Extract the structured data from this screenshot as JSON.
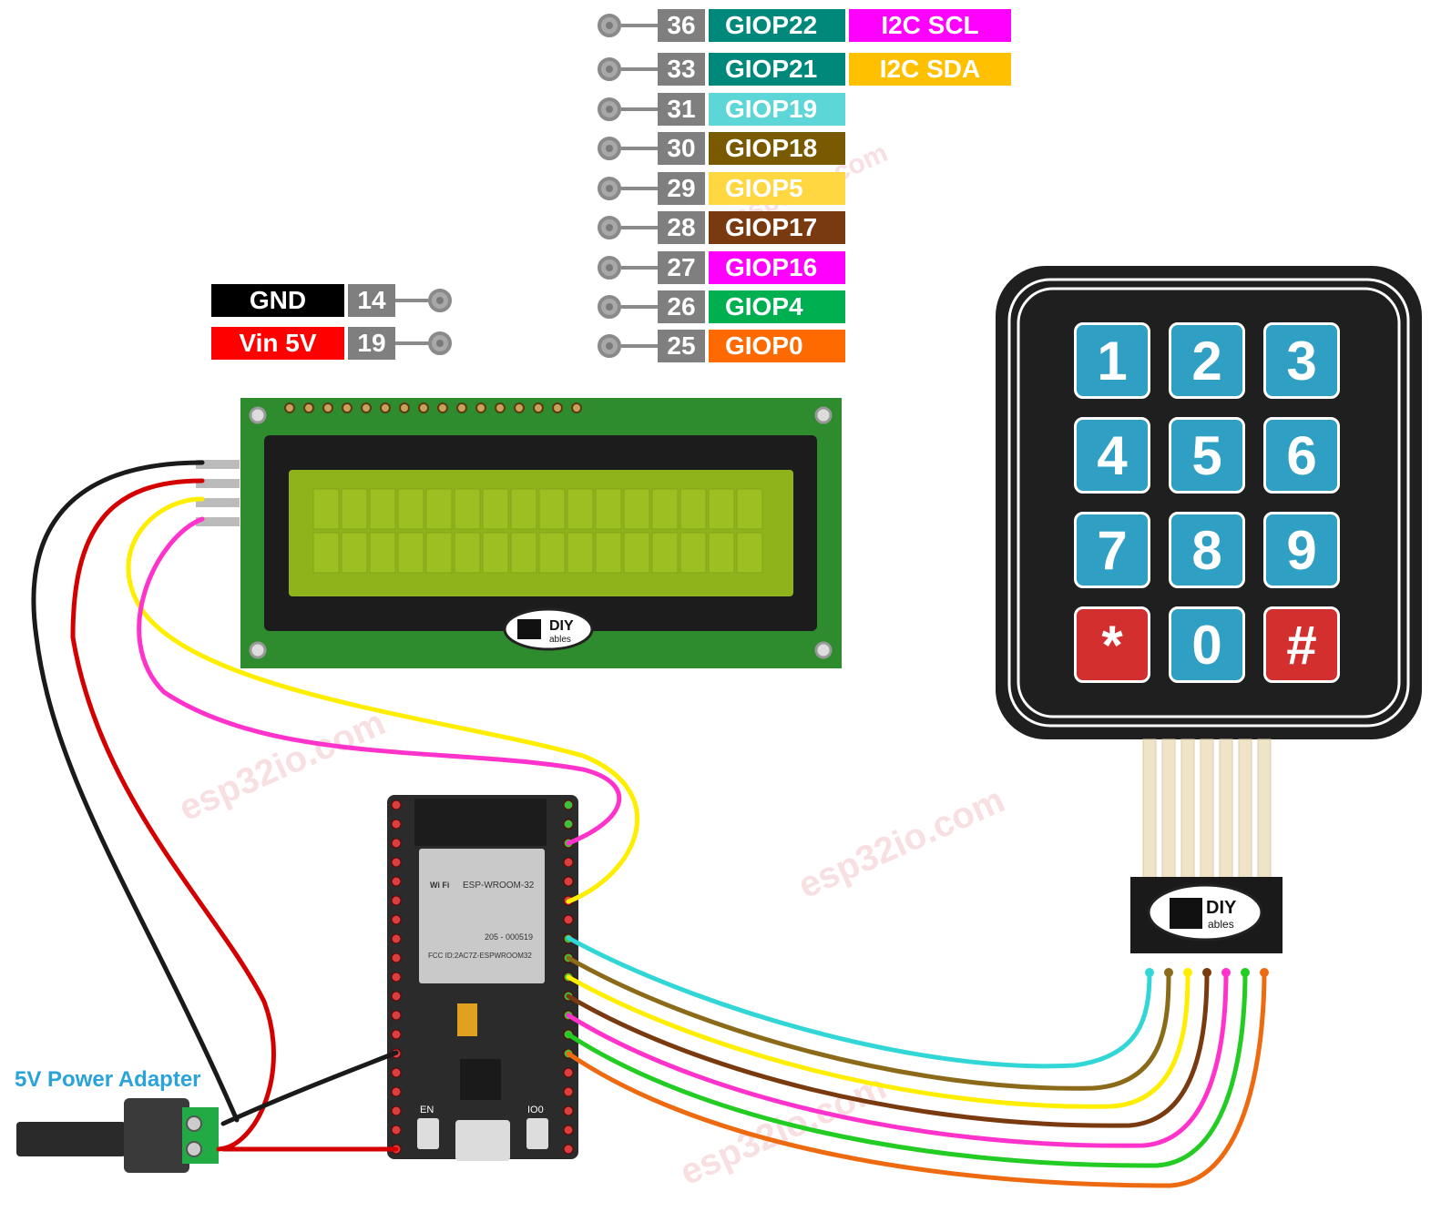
{
  "pin_table": [
    {
      "num": "36",
      "name": "GIOP22",
      "name_color": "#00897b",
      "func": "I2C SCL",
      "func_color": "#ff00ff"
    },
    {
      "num": "33",
      "name": "GIOP21",
      "name_color": "#00897b",
      "func": "I2C SDA",
      "func_color": "#ffc000"
    },
    {
      "num": "31",
      "name": "GIOP19",
      "name_color": "#5cd6d6",
      "func": "",
      "func_color": ""
    },
    {
      "num": "30",
      "name": "GIOP18",
      "name_color": "#7a5a00",
      "func": "",
      "func_color": ""
    },
    {
      "num": "29",
      "name": "GIOP5",
      "name_color": "#ffd740",
      "func": "",
      "func_color": ""
    },
    {
      "num": "28",
      "name": "GIOP17",
      "name_color": "#7a3a10",
      "func": "",
      "func_color": ""
    },
    {
      "num": "27",
      "name": "GIOP16",
      "name_color": "#ff00ff",
      "func": "",
      "func_color": ""
    },
    {
      "num": "26",
      "name": "GIOP4",
      "name_color": "#00b050",
      "func": "",
      "func_color": ""
    },
    {
      "num": "25",
      "name": "GIOP0",
      "name_color": "#ff6a00",
      "func": "",
      "func_color": ""
    }
  ],
  "power_table": [
    {
      "name": "GND",
      "name_color": "#000000",
      "num": "14"
    },
    {
      "name": "Vin 5V",
      "name_color": "#ff0000",
      "num": "19"
    }
  ],
  "lcd": {
    "logo_top": "DIY",
    "logo_bottom": "ables"
  },
  "esp32": {
    "module": "ESP-WROOM-32",
    "wifi": "Wi Fi",
    "cert1": "205 - 000519",
    "cert2": "FCC ID:2AC7Z-ESPWROOM32",
    "btn_en": "EN",
    "btn_io0": "IO0"
  },
  "keypad": {
    "keys": [
      {
        "label": "1",
        "color": "#2f9fc4"
      },
      {
        "label": "2",
        "color": "#2f9fc4"
      },
      {
        "label": "3",
        "color": "#2f9fc4"
      },
      {
        "label": "4",
        "color": "#2f9fc4"
      },
      {
        "label": "5",
        "color": "#2f9fc4"
      },
      {
        "label": "6",
        "color": "#2f9fc4"
      },
      {
        "label": "7",
        "color": "#2f9fc4"
      },
      {
        "label": "8",
        "color": "#2f9fc4"
      },
      {
        "label": "9",
        "color": "#2f9fc4"
      },
      {
        "label": "*",
        "color": "#d32f2f"
      },
      {
        "label": "0",
        "color": "#2f9fc4"
      },
      {
        "label": "#",
        "color": "#d32f2f"
      }
    ],
    "logo_top": "DIY",
    "logo_bottom": "ables"
  },
  "power_adapter_label": "5V Power Adapter",
  "watermarks": [
    "esp32io.com",
    "esp32io.com",
    "esp32io.com",
    "esp32io.com"
  ],
  "wire_colors": {
    "gnd": "#1a1a1a",
    "vin": "#d40000",
    "sda": "#ffee00",
    "scl": "#ff33cc",
    "k1": "#33d6d6",
    "k2": "#8b6b1a",
    "k3": "#ffee00",
    "k4": "#7a3a10",
    "k5": "#ff33cc",
    "k6": "#22cc22",
    "k7": "#ee6a10"
  }
}
